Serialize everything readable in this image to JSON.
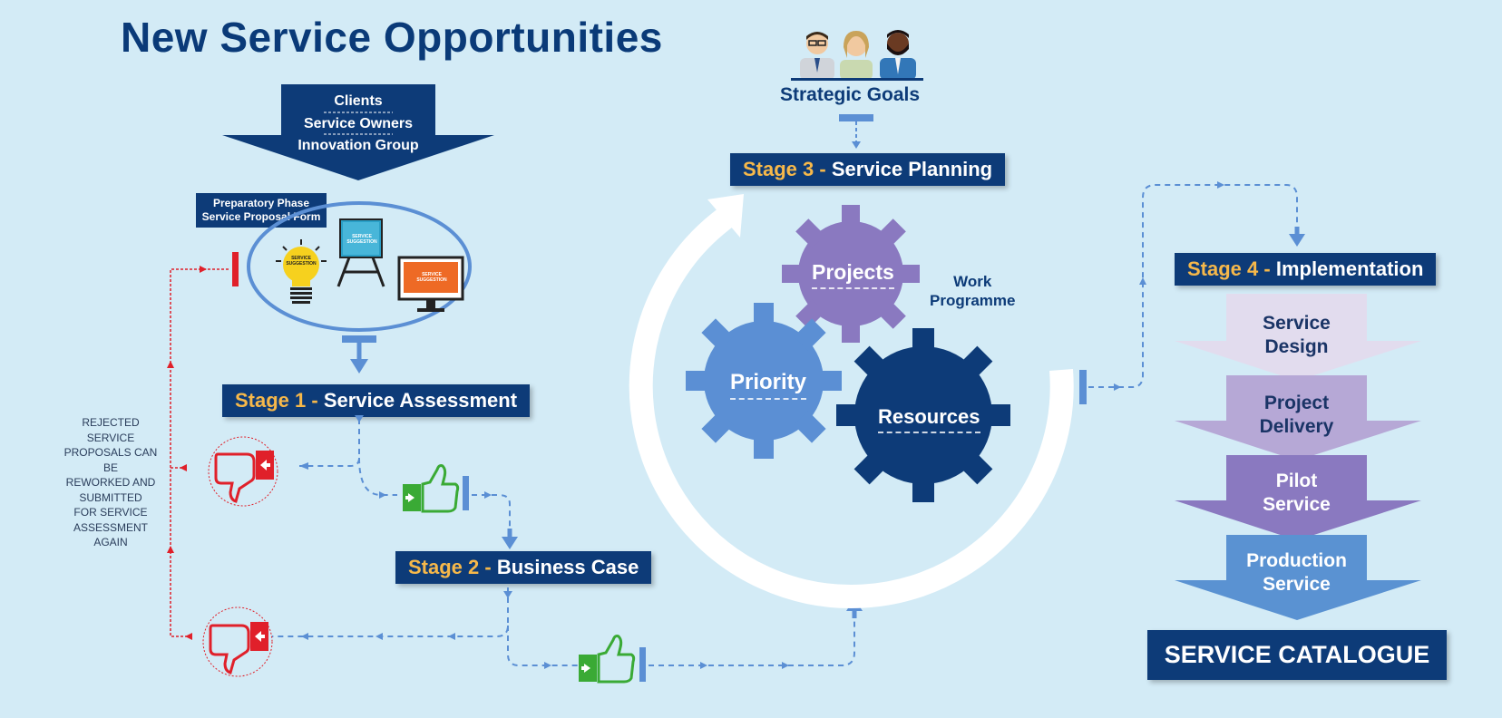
{
  "title": "New Service Opportunities",
  "inputs": {
    "line1": "Clients",
    "line2": "Service Owners",
    "line3": "Innovation Group"
  },
  "preparatory": {
    "line1": "Preparatory Phase",
    "line2": "Service Proposal Form"
  },
  "icons": {
    "bulb_text": "SERVICE SUGGESTION",
    "easel_text": "SERVICE SUGGESTION",
    "monitor_text": "SERVICE SUGGESTION"
  },
  "stage1": {
    "num": "Stage 1 -",
    "label": "Service Assessment"
  },
  "stage2": {
    "num": "Stage 2 -",
    "label": "Business Case"
  },
  "stage3": {
    "num": "Stage 3 -",
    "label": "Service Planning"
  },
  "stage4": {
    "num": "Stage 4 -",
    "label": "Implementation"
  },
  "rejected": [
    "REJECTED SERVICE",
    "PROPOSALS CAN BE",
    "REWORKED AND",
    "SUBMITTED",
    "FOR SERVICE",
    "ASSESSMENT",
    "AGAIN"
  ],
  "strategic_goals": "Strategic Goals",
  "gears": {
    "projects": "Projects",
    "priority": "Priority",
    "resources": "Resources"
  },
  "work_programme": {
    "line1": "Work",
    "line2": "Programme"
  },
  "implementation_steps": [
    {
      "line1": "Service",
      "line2": "Design",
      "color": "#e2dcee",
      "text_color": "#1a3466"
    },
    {
      "line1": "Project",
      "line2": "Delivery",
      "color": "#b6a8d6",
      "text_color": "#1a3466"
    },
    {
      "line1": "Pilot",
      "line2": "Service",
      "color": "#8a79c0",
      "text_color": "#ffffff"
    },
    {
      "line1": "Production",
      "line2": "Service",
      "color": "#5a92d2",
      "text_color": "#ffffff"
    }
  ],
  "service_catalogue": "SERVICE CATALOGUE",
  "colors": {
    "navy": "#0d3b78",
    "stage_num": "#f6b84a",
    "accept_green": "#3aaa35",
    "reject_red": "#e0202a",
    "flow_blue": "#5b8fd4",
    "gear_purple": "#8a79c0",
    "gear_blue": "#5b8fd4",
    "gear_navy": "#0d3b78"
  }
}
